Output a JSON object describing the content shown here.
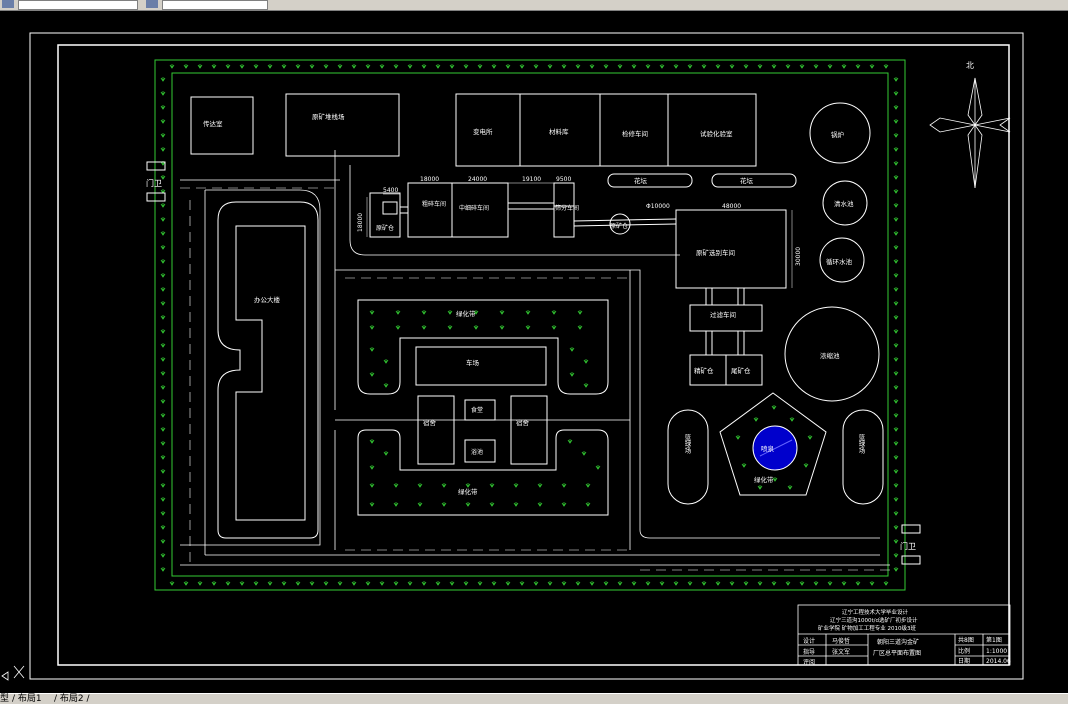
{
  "window": {
    "layout_tabs": [
      "型",
      "布局1",
      "布局2"
    ]
  },
  "drawing": {
    "north_label": "北",
    "gate_label": "门卫",
    "buildings": {
      "chuanda": "传达室",
      "yuankuang_dui": "原矿堆栈场",
      "biandian": "变电所",
      "cailiao": "材料库",
      "jianxiu": "检修车间",
      "shiyan": "试验化验室",
      "guolu": "锅炉",
      "jingshui": "清水池",
      "xunhuan": "循环水池",
      "office": "办公大楼",
      "yuankuang_cang": "原矿仓",
      "cusui": "粗碎车间",
      "zhongxi": "中细碎车间",
      "shaifen": "筛分车间",
      "zhuankuang": "原矿仓",
      "xuanbie": "原矿选别车间",
      "guolv": "过滤车间",
      "jingkuang": "精矿仓",
      "weikuang": "尾矿仓",
      "nongsuo": "浓缩池",
      "greenbelt": "绿化带",
      "cheku": "车场",
      "susu1": "宿舍",
      "susu2": "宿舍",
      "shitang": "食堂",
      "yuchi": "浴池",
      "lanqiu1": "篮球场",
      "lanqiu2": "篮球场",
      "pentquan": "喷泉",
      "huatan": "花坛"
    },
    "dims": {
      "d1": "5400",
      "d2": "18000",
      "d3": "24000",
      "d4": "19100",
      "d5": "9500",
      "d6": "18000",
      "d7": "Φ10000",
      "d8": "48000",
      "d9": "30000"
    }
  },
  "title_block": {
    "header1": "辽宁工程技术大学毕业设计",
    "header2": "辽宁三道沟1000t/d选矿厂初步设计",
    "header3": "矿业学院 矿物加工工程专业 2010级3班",
    "roles": [
      "设计",
      "指导",
      "评阅"
    ],
    "names": [
      "马俊哲",
      "张文军",
      ""
    ],
    "drawing_title1": "朝阳三道沟金矿",
    "drawing_title2": "厂区总平面布置图",
    "sheet_label": "共8图",
    "sheet_no": "第1图",
    "scale_label": "比例",
    "scale_value": "1:1000",
    "date_label": "日期",
    "date_value": "2014.06"
  }
}
